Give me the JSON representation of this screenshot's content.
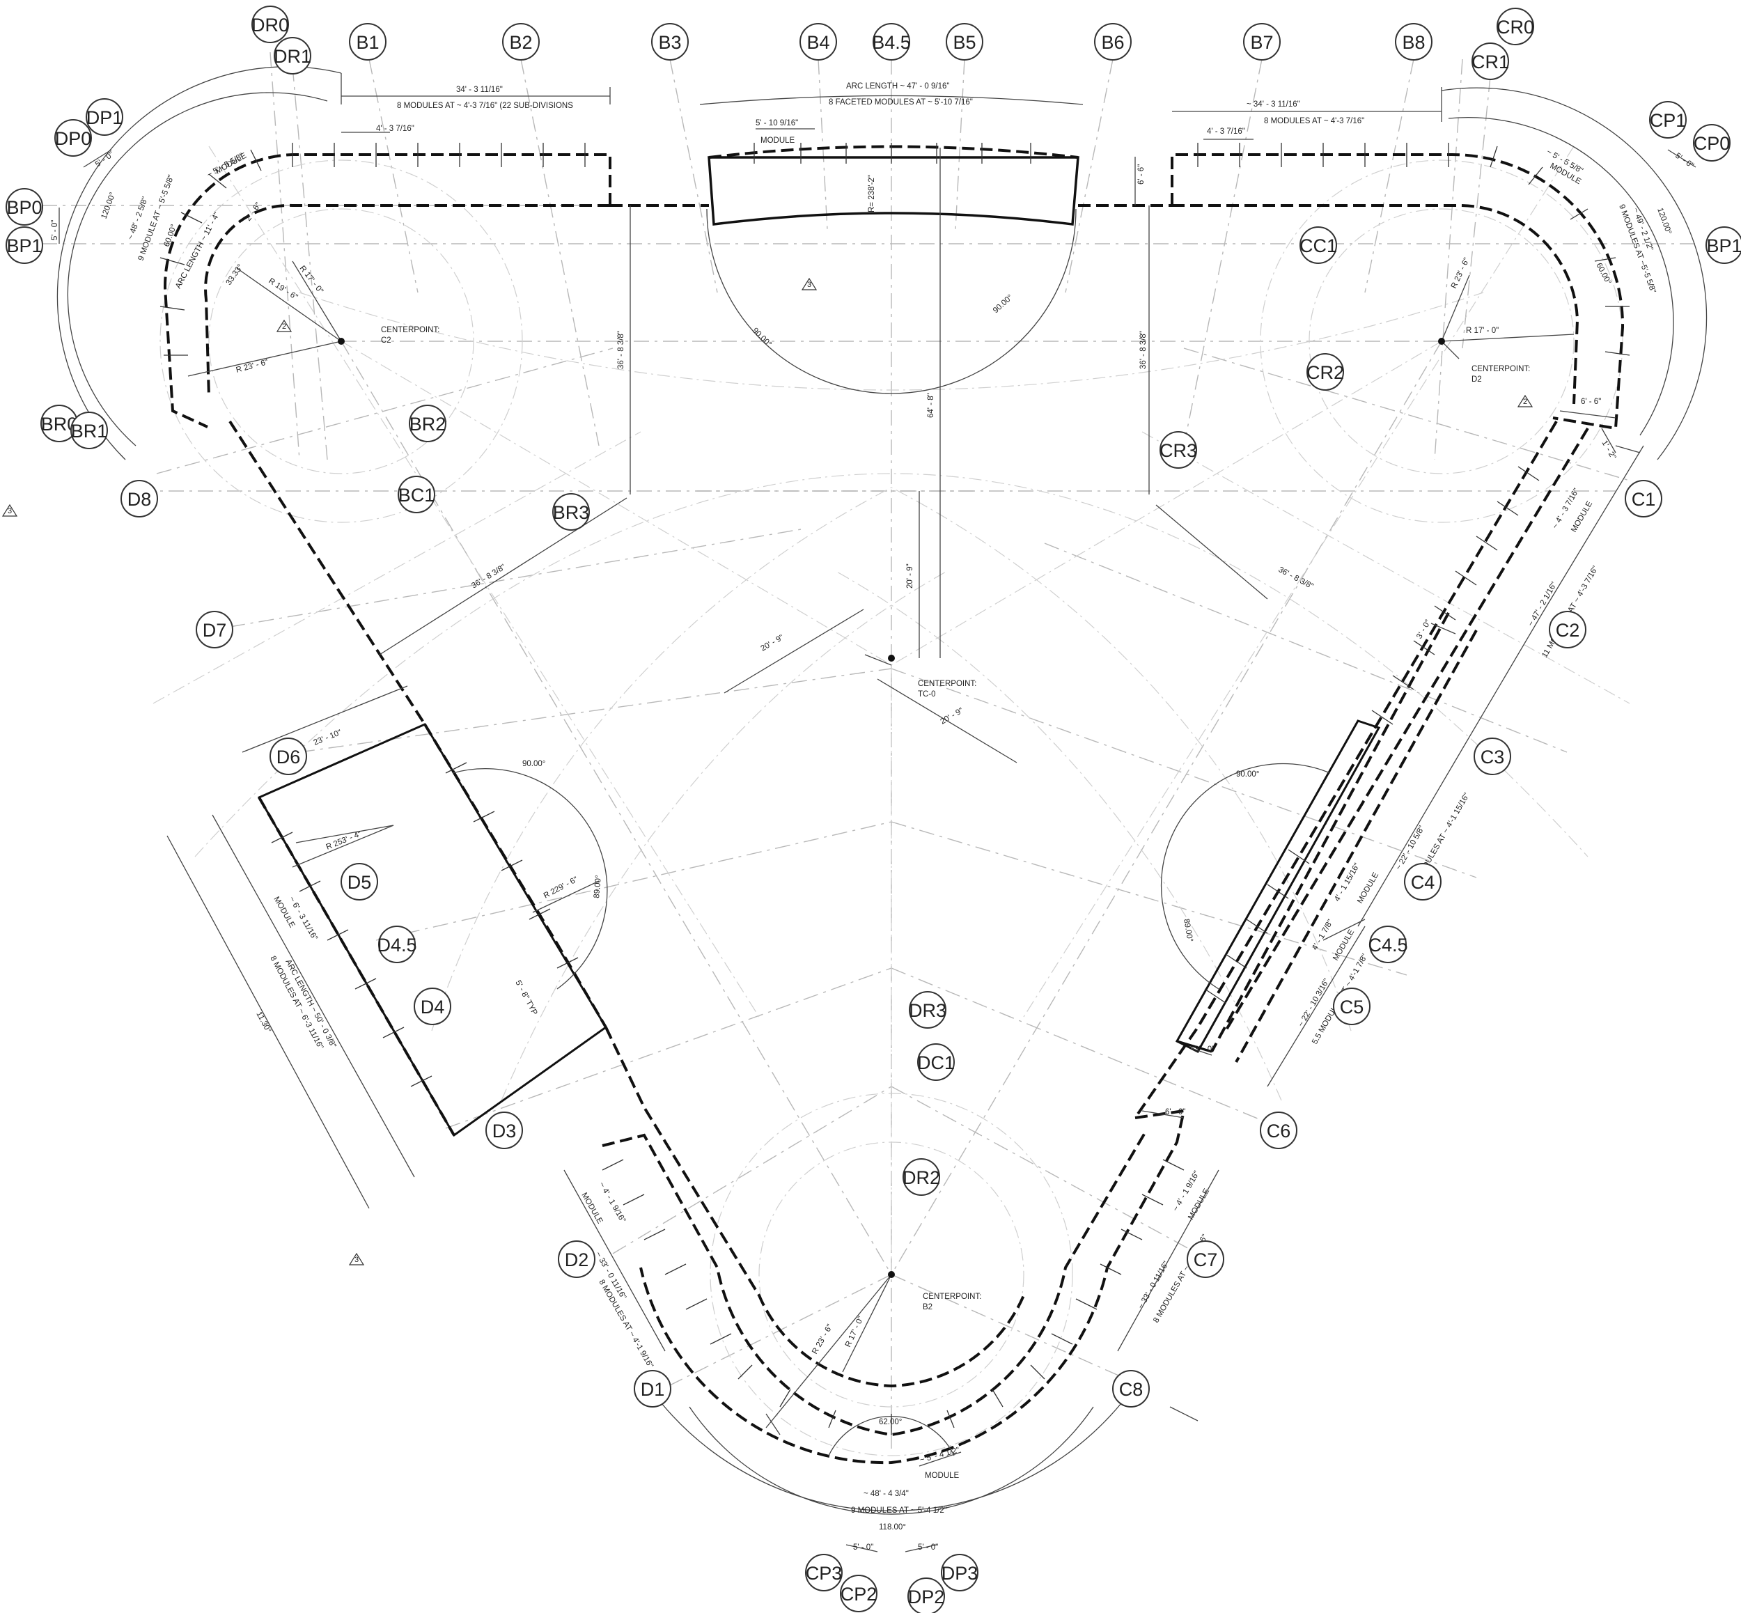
{
  "grid_bubbles": [
    "DR0",
    "DR1",
    "B1",
    "B2",
    "B3",
    "B4",
    "B4.5",
    "B5",
    "B6",
    "B7",
    "B8",
    "CR0",
    "CR1",
    "DP1",
    "DP0",
    "CP1",
    "CP0",
    "BP0",
    "BP1",
    "BP1",
    "CC1",
    "CR2",
    "BR0",
    "BR1",
    "BR2",
    "BC1",
    "BR3",
    "CR3",
    "D8",
    "C1",
    "D7",
    "C2",
    "D6",
    "C3",
    "D5",
    "C4",
    "D4.5",
    "C4.5",
    "D4",
    "C5",
    "DR3",
    "DC1",
    "D3",
    "C6",
    "DR2",
    "D2",
    "C7",
    "D1",
    "C8",
    "CP3",
    "CP2",
    "DP2",
    "DP3"
  ],
  "notes": {
    "top_left_len": "34' - 3 11/16\"",
    "top_left_mod": "8  MODULES AT ~ 4'-3 7/16\" (22 SUB-DIVISIONS",
    "top_left_sub": "4' - 3 7/16\"",
    "arc_len_top": "ARC LENGTH ~ 47' - 0 9/16\"",
    "arc_mod_top": "8 FACETED MODULES AT ~ 5'-10 7/16\"",
    "top_mod_len": "5' - 10 9/16\"",
    "module": "MODULE",
    "top_right_len": "~ 34' - 3 11/16\"",
    "top_right_mod": "8 MODULES AT ~ 4'-3 7/16\"",
    "top_right_sub": "4' - 3 7/16\"",
    "r_238": "R= 238'-2\"",
    "dim_6_6": "6' - 6\"",
    "dim_5_0": "5' - 0\"",
    "deg_120": "120.00°",
    "deg_60": "60.00°",
    "deg_90": "90.00°",
    "deg_89": "89.00°",
    "deg_3333": "33.33°",
    "deg_62": "62.00°",
    "deg_118": "118.00°",
    "deg_1130": "11.30°",
    "left_mod_len": "~ 48' - 2 5/8\"",
    "left_mod_count": "9 MODULE AT ~ 5'-5 5/8\"",
    "left_mod_sub": "~ 5' - 5 5/8\"",
    "left_arc": "ARC LENGTH ~ 11' - 4\"",
    "left_2_6": "2' - 6\"",
    "r_17": "R 17' - 0\"",
    "r_19_6": "R 19' - 6\"",
    "r_23_6": "R 23' - 6\"",
    "cp_c2_a": "CENTERPOINT:",
    "cp_c2_b": "C2",
    "cp_d2_b": "D2",
    "cp_tc0_b": "TC-0",
    "cp_b2_b": "B2",
    "dim_36_8": "36' - 8 3/8\"",
    "dim_64_8": "64' - 8\"",
    "dim_20_9": "20' - 9\"",
    "dim_23_10": "23' - 10\"",
    "r_253": "R 253' - 4\"",
    "r_229": "R 229' - 6\"",
    "d_mod": "~ 6' - 3 11/16\"",
    "d_arc": "ARC LENGTH ~ 50' - 0 3/8\"",
    "d_count": "8 MODULES AT ~ 6'-3 11/16\"",
    "d_typ": "5' - 8\" TYP",
    "right_len": "~ 49' - 2 1/2\"",
    "right_count": "9 MODULES AT ~5'-5 5/8\"",
    "right_sub": "~ 5' - 5 5/8\"",
    "r_23_6_right": "R 23' - 6\"",
    "r_17_right": "R 17' - 0\"",
    "c_sub_a": "~ 4' - 3 7/16\"",
    "c_len_a": "~ 47' - 2 1/16\"",
    "c_count_a": "11 MODULES AT ~ 4'-3 7/16\"",
    "dim_3_0": "3' - 0\"",
    "dim_1_2": "1' - 2\"",
    "c_len_b": "~ 22' - 10 5/8\"",
    "c_count_b": "5.5 MODULES AT ~ 4'-1 15/16\"",
    "c_sub_b": "4' - 1 15/16\"",
    "c_sub_c": "4' - 1 7/8\"",
    "c_len_c": "~ 22' - 10 3/16\"",
    "c_count_c": "5.5 MODULES AT ~ 4'-1 7/8\"",
    "bl_sub": "~ 4' - 1 9/16\"",
    "bl_len": "~ 33' - 0 11/16\"",
    "bl_count": "8 MODULES AT ~ 4'-1 9/16\"",
    "br_sub": "~ 4' - 1 9/16\"",
    "br_len": "~ 33' - 0 11/16\"",
    "br_count": "8 MODULES AT ~ 4'-1 9/16\"",
    "bot_sub": "~ 5' - 4 1/2\"",
    "bot_len": "~ 48' - 4 3/4\"",
    "bot_count": "9 MODULES AT ~ 5'-4 1/2\""
  },
  "tags": [
    "2",
    "3",
    "3",
    "2",
    "3"
  ]
}
